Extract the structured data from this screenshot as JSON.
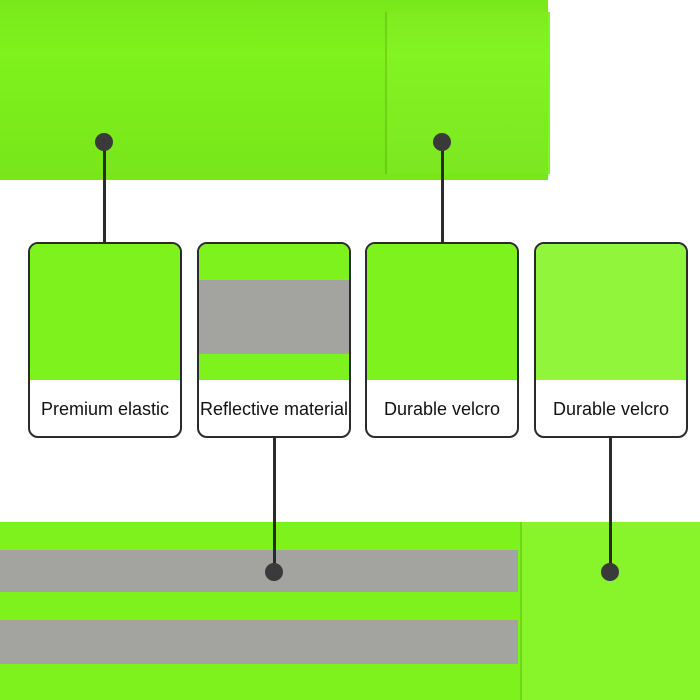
{
  "features": [
    {
      "label": "Premium elastic"
    },
    {
      "label": "Reflective material"
    },
    {
      "label": "Durable velcro"
    },
    {
      "label": "Durable velcro"
    }
  ],
  "colors": {
    "band_green": "#7ef21c",
    "reflective_gray": "#a3a4a0",
    "card_border": "#2b2b2b",
    "connector": "#2a2a2a"
  }
}
